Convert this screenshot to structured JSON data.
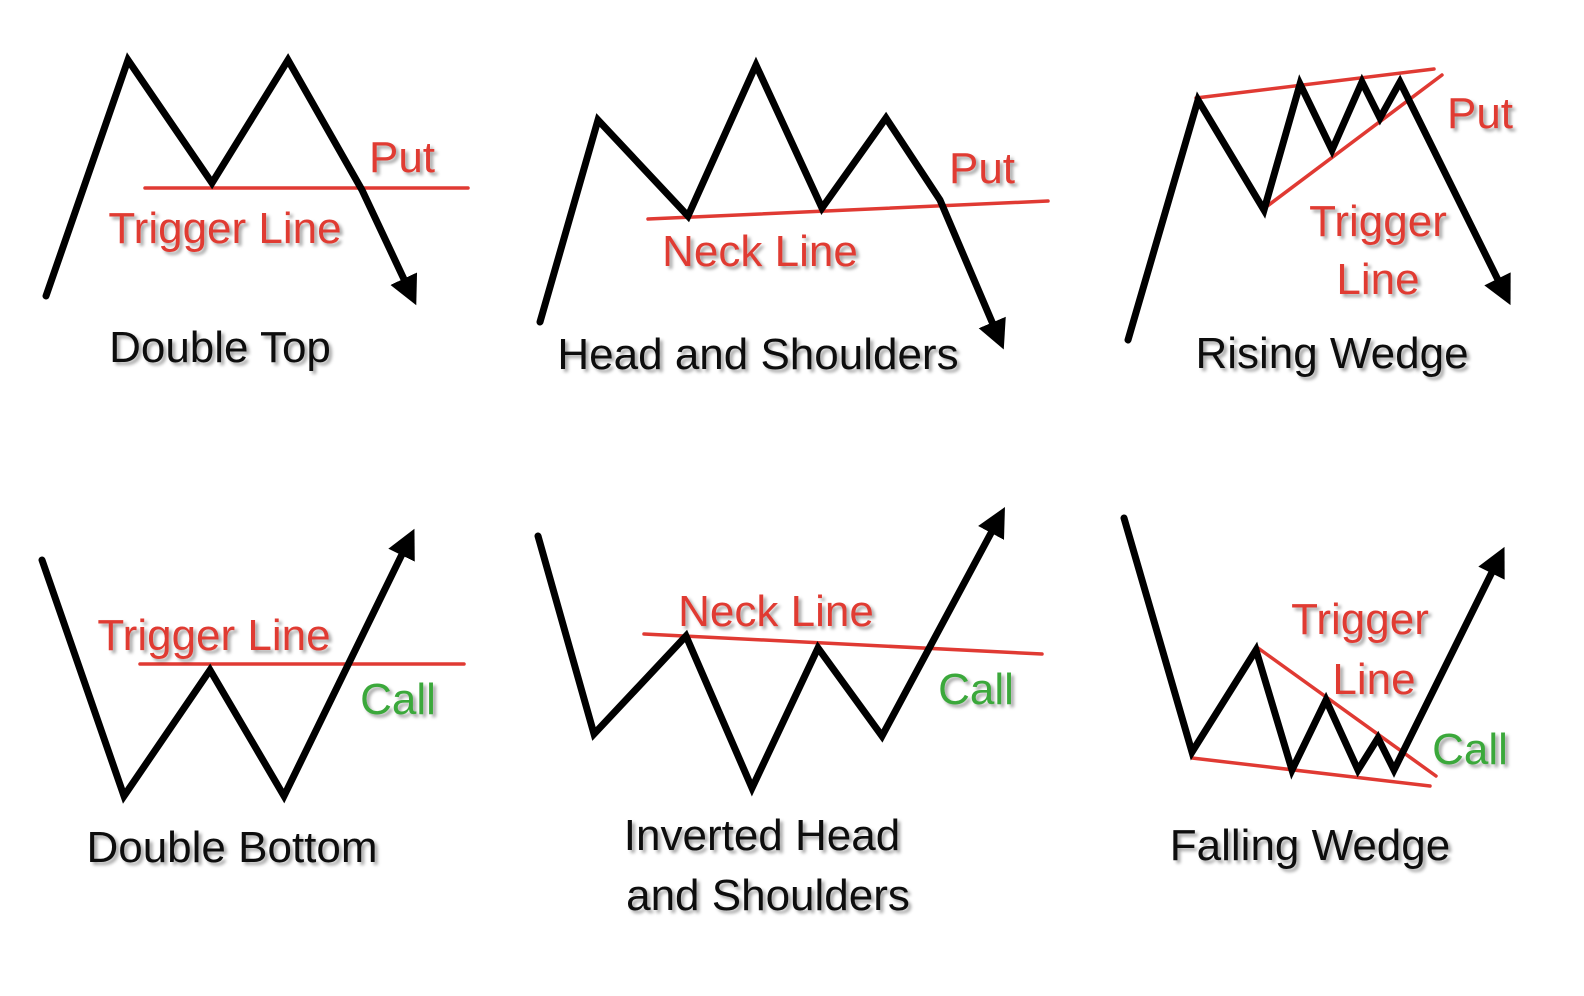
{
  "colors": {
    "price_line": "#000000",
    "trigger_line": "#e03a33",
    "put": "#e03a33",
    "call": "#3aa83a",
    "caption": "#111111"
  },
  "patterns": [
    {
      "title": "Double Top",
      "line_label": [
        "Trigger Line"
      ],
      "signal": "Put"
    },
    {
      "title": "Head and Shoulders",
      "line_label": [
        "Neck Line"
      ],
      "signal": "Put"
    },
    {
      "title": "Rising Wedge",
      "line_label": [
        "Trigger",
        "Line"
      ],
      "signal": "Put"
    },
    {
      "title": "Double Bottom",
      "line_label": [
        "Trigger Line"
      ],
      "signal": "Call"
    },
    {
      "title": [
        "Inverted Head",
        "and Shoulders"
      ],
      "line_label": [
        "Neck Line"
      ],
      "signal": "Call"
    },
    {
      "title": "Falling Wedge",
      "line_label": [
        "Trigger",
        "Line"
      ],
      "signal": "Call"
    }
  ]
}
